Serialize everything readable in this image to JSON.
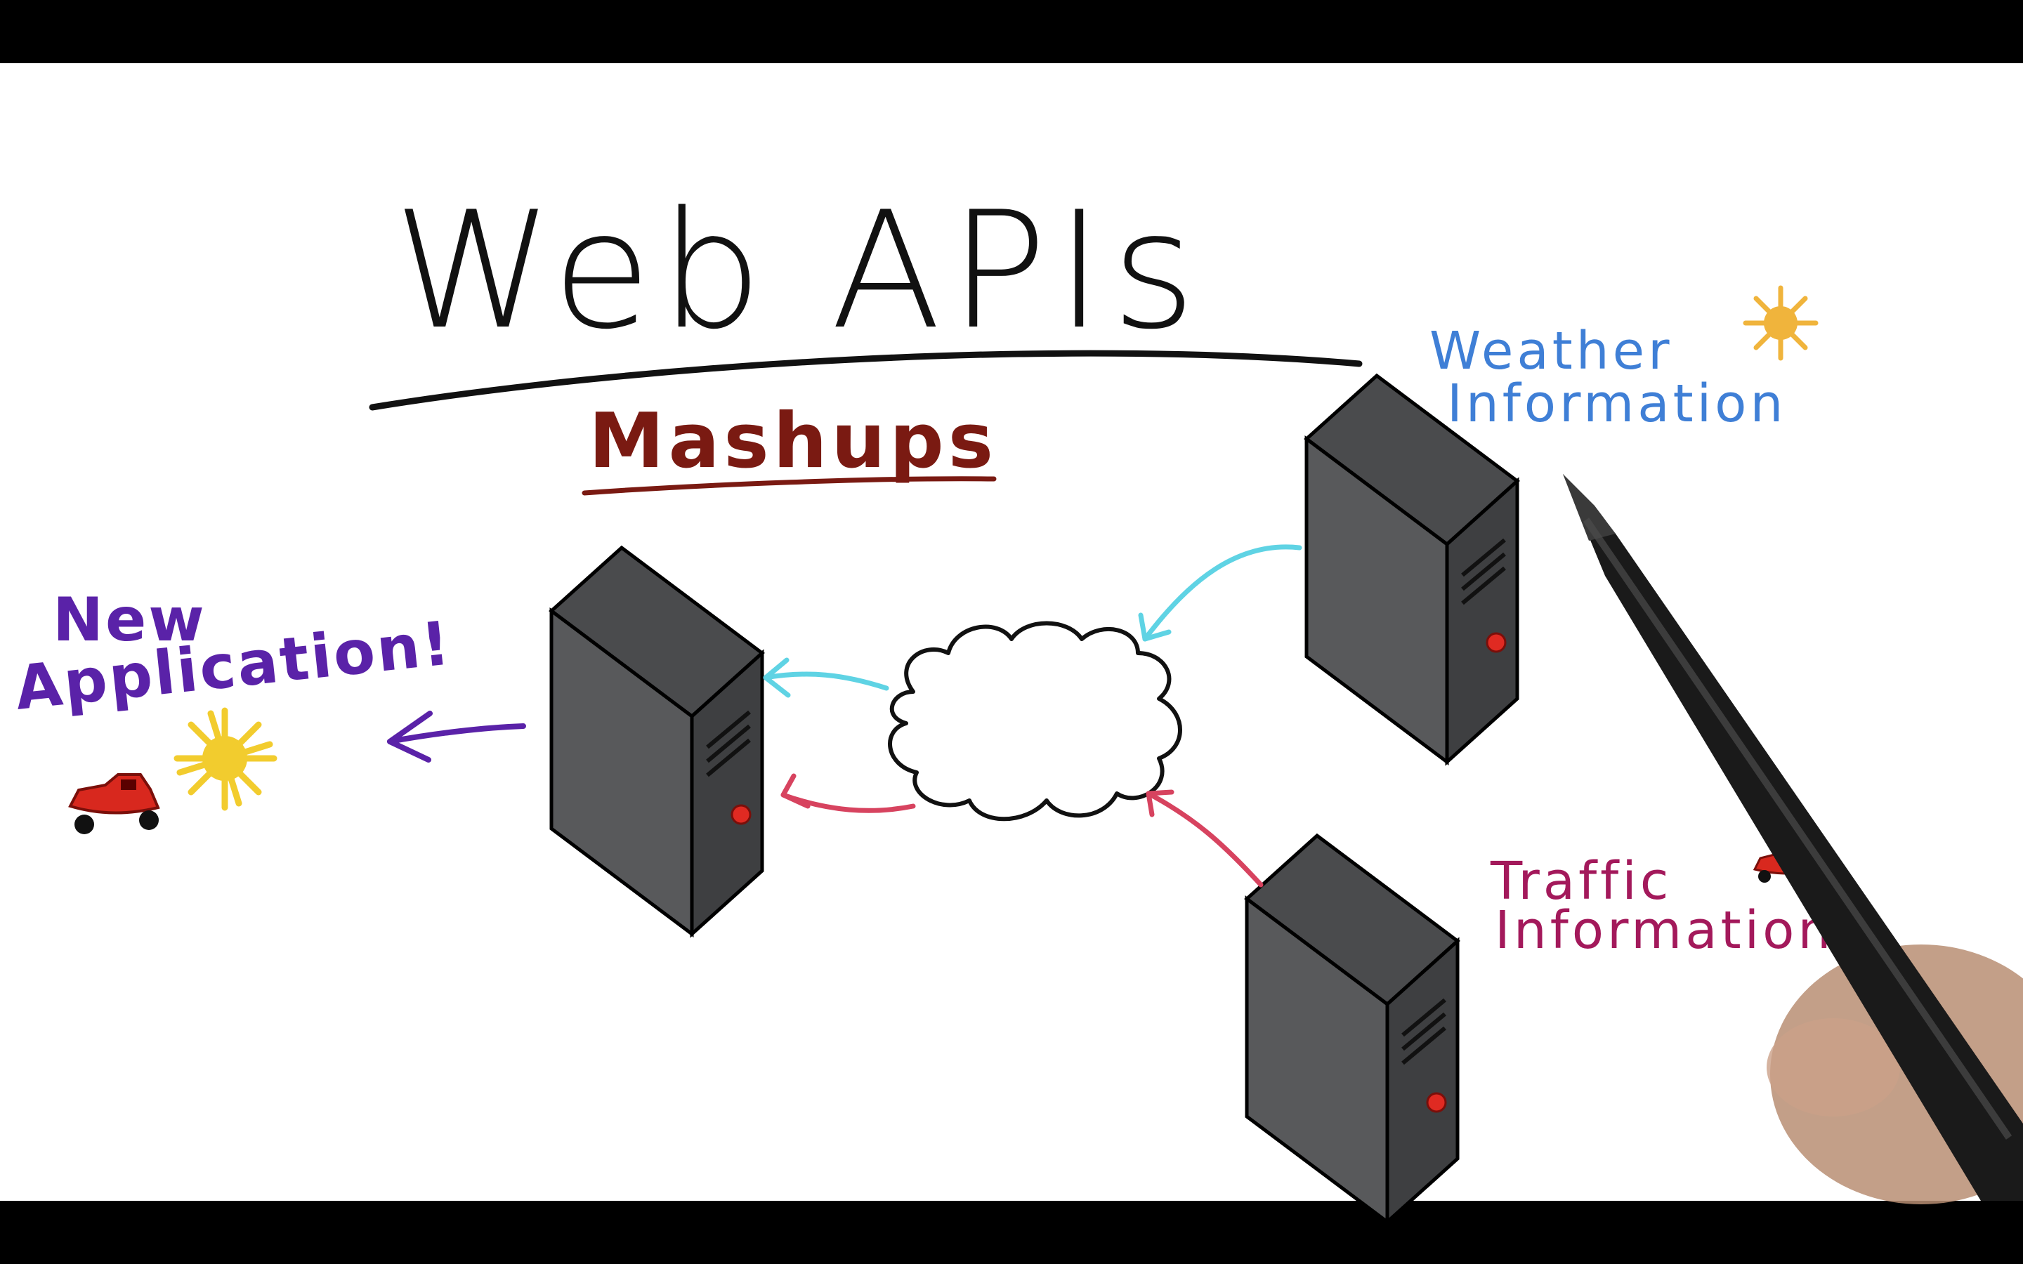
{
  "diagram": {
    "title": "Web APIs",
    "subtitle": "Mashups",
    "new_app_line1": "New",
    "new_app_line2": "Application!",
    "weather_line1": "Weather",
    "weather_line2": "Information",
    "traffic_line1": "Traffic",
    "traffic_line2": "Information"
  },
  "colors": {
    "letterbox": "#000000",
    "board": "#ffffff",
    "title": "#111111",
    "subtitle": "#7a1a12",
    "new_app": "#5a22a8",
    "weather": "#3f7fd6",
    "traffic": "#a3195b",
    "weather_arrow": "#5fd3e4",
    "traffic_arrow": "#d7435f",
    "output_arrow": "#5a22a8",
    "server_front": "#58595b",
    "server_side": "#3e3f41",
    "server_top": "#4a4b4d",
    "server_led": "#e02a22",
    "sun": "#f0b43c",
    "app_sun": "#f2cc2e",
    "car": "#d8281e"
  }
}
